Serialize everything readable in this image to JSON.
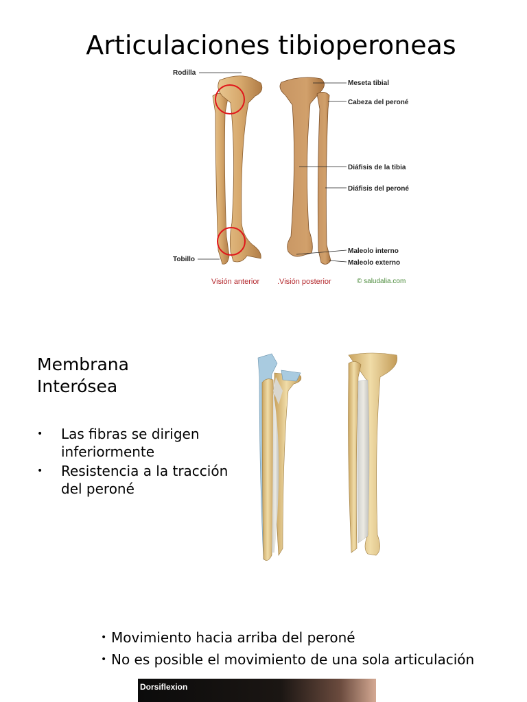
{
  "title": "Articulaciones tibioperoneas",
  "figure1": {
    "labels": {
      "rodilla": "Rodilla",
      "tobillo": "Tobillo",
      "meseta": "Meseta tibial",
      "cabeza": "Cabeza del peroné",
      "diafisis_tibia": "Diáfisis de la tibia",
      "diafisis_perone": "Diáfisis del peroné",
      "maleolo_interno": "Maleolo interno",
      "maleolo_externo": "Maleolo externo"
    },
    "caption_anterior": "Visión anterior",
    "caption_posterior": ".Visión posterior",
    "credit": "© saludalia.com",
    "colors": {
      "bone": "#d9b07a",
      "bone_shade": "#b9864f",
      "highlight_circle": "#e0161b"
    }
  },
  "section": {
    "heading": "Membrana Interósea",
    "bullets": [
      "Las fibras se dirigen inferiormente",
      "Resistencia a la tracción del peroné"
    ],
    "bullet_marker": "•"
  },
  "bottom": {
    "bullets": [
      "Movimiento hacia arriba del peroné",
      "No es posible el movimiento de una sola articulación"
    ],
    "bullet_marker": "•",
    "photo_label": "Dorsiflexion"
  }
}
